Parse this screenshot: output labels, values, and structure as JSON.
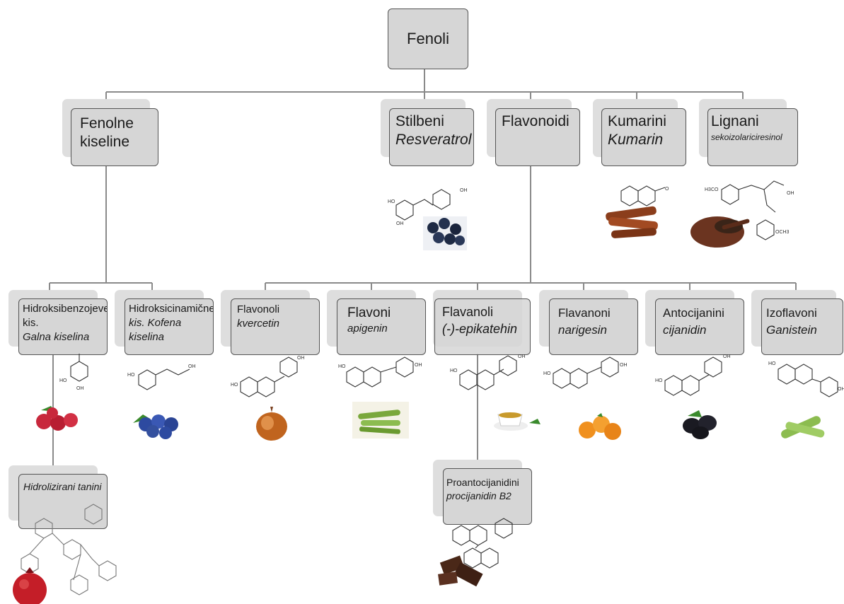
{
  "root": {
    "label": "Fenoli"
  },
  "classes": [
    {
      "id": "fenolne",
      "label": "Fenolne kiseline",
      "example": ""
    },
    {
      "id": "stilbeni",
      "label": "Stilbeni",
      "example": "Resveratrol"
    },
    {
      "id": "flavonoidi",
      "label": "Flavonoidi",
      "example": ""
    },
    {
      "id": "kumarini",
      "label": "Kumarini",
      "example": "Kumarin"
    },
    {
      "id": "lignani",
      "label": "Lignani",
      "example": "sekoizolariciresinol"
    }
  ],
  "phenolic_acids": [
    {
      "id": "hbk",
      "label": "Hidroksibenzojeve kis.",
      "example": "Galna kiselina"
    },
    {
      "id": "hck",
      "label": "Hidroksicinamične",
      "example": "kis. Kofena kiselina"
    }
  ],
  "flavonoid_subclasses": [
    {
      "id": "flavonoli",
      "label": "Flavonoli",
      "example": "kvercetin"
    },
    {
      "id": "flavoni",
      "label": "Flavoni",
      "example": "apigenin"
    },
    {
      "id": "flavanoli",
      "label": "Flavanoli",
      "example": "(-)-epikatehin"
    },
    {
      "id": "flavanoni",
      "label": "Flavanoni",
      "example": "narigesin"
    },
    {
      "id": "antocijanini",
      "label": "Antocijanini",
      "example": "cijanidin"
    },
    {
      "id": "izoflavoni",
      "label": "Izoflavoni",
      "example": "Ganistein"
    }
  ],
  "derived": [
    {
      "id": "tanini",
      "label": "",
      "example": "Hidrolizirani tanini"
    },
    {
      "id": "proanto",
      "label": "Proantocijanidini",
      "example": "procijanidin B2"
    }
  ],
  "molecule_text": {
    "oh": "OH",
    "ho": "HO",
    "o": "O",
    "h3co": "H3CO",
    "och3": "OCH3"
  },
  "images": [
    {
      "id": "blueberries-stilbene",
      "icon": "blueberry-cluster-icon",
      "color": "#1e2a44"
    },
    {
      "id": "cinnamon",
      "icon": "cinnamon-sticks-icon",
      "color": "#8b3e1c"
    },
    {
      "id": "flaxseed",
      "icon": "flaxseed-bowl-icon",
      "color": "#5a2c1a"
    },
    {
      "id": "raspberries",
      "icon": "raspberry-icon",
      "color": "#c8283c"
    },
    {
      "id": "blueberries",
      "icon": "blueberry-icon",
      "color": "#2d4aa0"
    },
    {
      "id": "onion",
      "icon": "onion-icon",
      "color": "#c0641e"
    },
    {
      "id": "celery",
      "icon": "celery-icon",
      "color": "#7aa83c"
    },
    {
      "id": "tea",
      "icon": "tea-cup-icon",
      "color": "#c89a2c"
    },
    {
      "id": "oranges",
      "icon": "orange-icon",
      "color": "#f0901e"
    },
    {
      "id": "blackberries",
      "icon": "blackberry-icon",
      "color": "#1a1a22"
    },
    {
      "id": "soybeans",
      "icon": "soybean-pod-icon",
      "color": "#8cbc50"
    },
    {
      "id": "pomegranate",
      "icon": "pomegranate-icon",
      "color": "#c41e28"
    },
    {
      "id": "chocolate",
      "icon": "chocolate-pieces-icon",
      "color": "#4a2818"
    }
  ]
}
